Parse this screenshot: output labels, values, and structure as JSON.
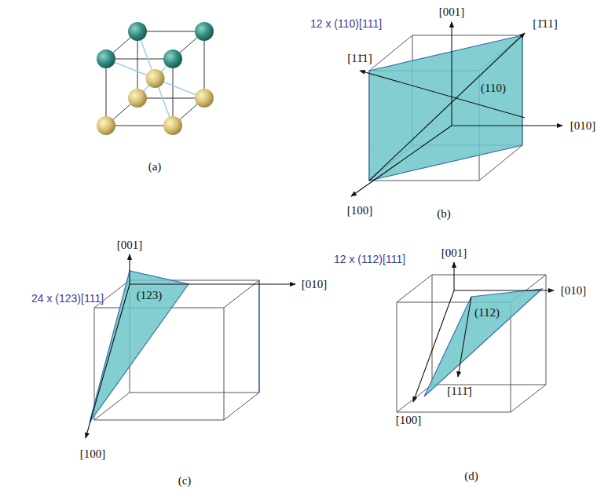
{
  "diagram": {
    "labels": [
      "(a)",
      "12 x (110)[111]",
      "[001]",
      "[1̄11]",
      "[11̄1]",
      "(110)",
      "[010]",
      "[100]",
      "(b)",
      "24 x (123)[111]",
      "[001]",
      "(123)",
      "[010]",
      "[100]",
      "(c)",
      "12 x (112)[111]",
      "[001]",
      "(112)",
      "[010]",
      "[100]",
      "[111̄]",
      "(d)"
    ]
  }
}
